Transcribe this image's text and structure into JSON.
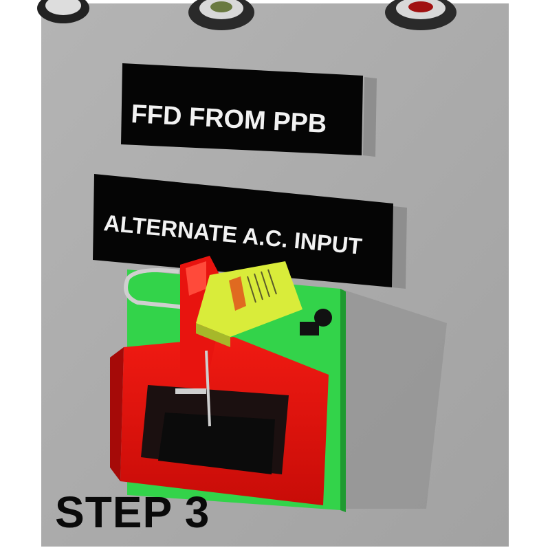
{
  "labels": {
    "top": "FFD FROM PPB",
    "bottom": "ALTERNATE A.C. INPUT"
  },
  "caption": "STEP 3",
  "colors": {
    "panel": "#a9a9a9",
    "label_bg": "#050505",
    "lockout_red": "#e0140f",
    "plate_green": "#33d34a",
    "padlock_yellow": "#d9ec3a"
  }
}
